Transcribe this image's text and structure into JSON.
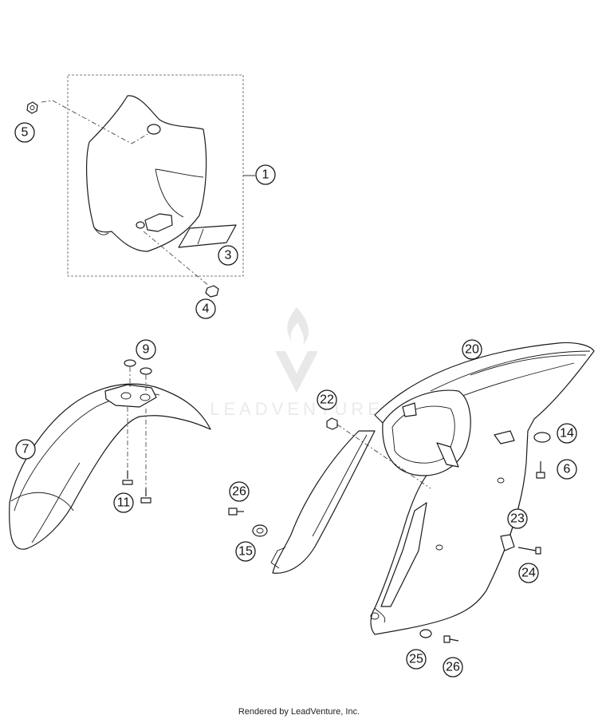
{
  "diagram": {
    "callouts": [
      {
        "id": "c1",
        "label": "1"
      },
      {
        "id": "c3",
        "label": "3"
      },
      {
        "id": "c4",
        "label": "4"
      },
      {
        "id": "c5",
        "label": "5"
      },
      {
        "id": "c6",
        "label": "6"
      },
      {
        "id": "c7",
        "label": "7"
      },
      {
        "id": "c9",
        "label": "9"
      },
      {
        "id": "c11",
        "label": "11"
      },
      {
        "id": "c14",
        "label": "14"
      },
      {
        "id": "c15",
        "label": "15"
      },
      {
        "id": "c20",
        "label": "20"
      },
      {
        "id": "c22",
        "label": "22"
      },
      {
        "id": "c23",
        "label": "23"
      },
      {
        "id": "c24",
        "label": "24"
      },
      {
        "id": "c25",
        "label": "25"
      },
      {
        "id": "c26a",
        "label": "26"
      },
      {
        "id": "c26b",
        "label": "26"
      }
    ],
    "watermark": "LEADVENTURE",
    "footer": "Rendered by LeadVenture, Inc."
  }
}
